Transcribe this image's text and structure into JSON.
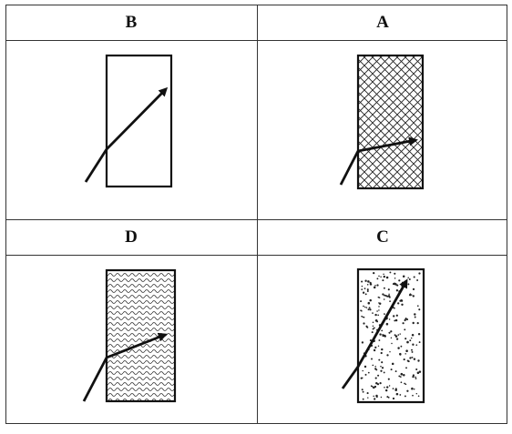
{
  "cells": [
    {
      "label": "B",
      "medium": "clear"
    },
    {
      "label": "A",
      "medium": "crosshatch"
    },
    {
      "label": "D",
      "medium": "wavy"
    },
    {
      "label": "C",
      "medium": "dots"
    }
  ],
  "colors": {
    "border": "#333333",
    "ink": "#111111"
  }
}
